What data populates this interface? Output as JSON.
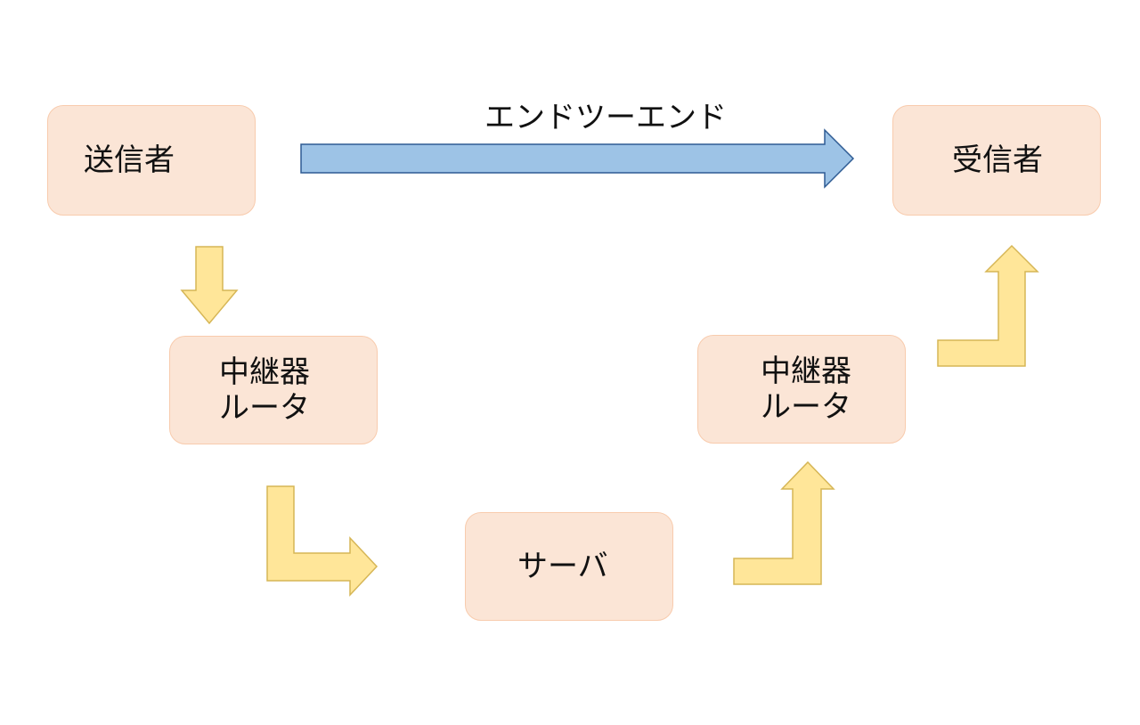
{
  "diagram": {
    "end_to_end_label": "エンドツーエンド",
    "nodes": {
      "sender": "送信者",
      "receiver": "受信者",
      "relay_left_line1": "中継器",
      "relay_left_line2": "ルータ",
      "relay_right_line1": "中継器",
      "relay_right_line2": "ルータ",
      "server": "サーバ"
    }
  },
  "colors": {
    "node_fill": "#fbe5d6",
    "node_border": "#f8cbad",
    "blue_arrow_fill": "#9dc3e6",
    "blue_arrow_stroke": "#2e5b93",
    "yellow_arrow_fill": "#ffe699",
    "yellow_arrow_stroke": "#d6b656"
  }
}
